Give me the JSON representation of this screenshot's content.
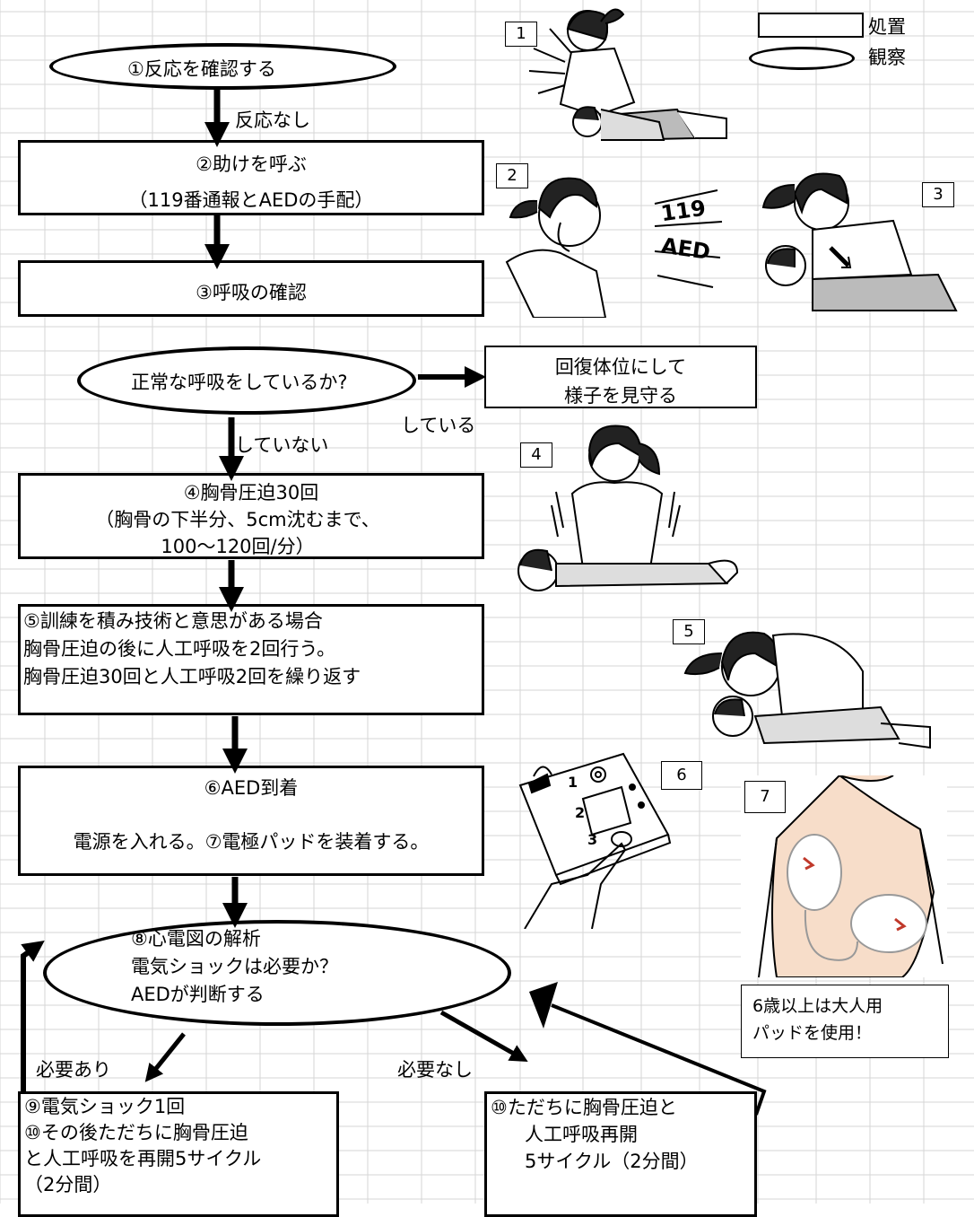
{
  "legend": {
    "treatment": "処置",
    "observation": "観察"
  },
  "steps": {
    "s1": "①反応を確認する",
    "no_response": "反応なし",
    "s2_title": "②助けを呼ぶ",
    "s2_sub": "（119番通報とAEDの手配）",
    "s3": "③呼吸の確認",
    "q_breathing": "正常な呼吸をしているか?",
    "recovery_1": "回復体位にして",
    "recovery_2": "様子を見守る",
    "yes_breathing": "している",
    "no_breathing": "していない",
    "s4_1": "④胸骨圧迫30回",
    "s4_2": "（胸骨の下半分、5cm沈むまで、",
    "s4_3": "100〜120回/分）",
    "s5_1": "⑤訓練を積み技術と意思がある場合",
    "s5_2": "胸骨圧迫の後に人工呼吸を2回行う。",
    "s5_3": "胸骨圧迫30回と人工呼吸2回を繰り返す",
    "s6_1": "⑥AED到着",
    "s6_2": "電源を入れる。⑦電極パッドを装着する。",
    "s8_1": "⑧心電図の解析",
    "s8_2": "電気ショックは必要か？",
    "s8_3": "AEDが判断する",
    "needed": "必要あり",
    "not_needed": "必要なし",
    "s9_1": "⑨電気ショック1回",
    "s9_2": "⑩その後ただちに胸骨圧迫",
    "s9_3": "と人工呼吸を再開5サイクル",
    "s9_4": "（2分間）",
    "s10_1": "⑩ただちに胸骨圧迫と",
    "s10_2": "人工呼吸再開",
    "s10_3": "5サイクル（2分間）",
    "note_1": "6歳以上は大人用",
    "note_2": "パッドを使用！"
  },
  "figures": {
    "f1": "1",
    "f2": "2",
    "f3": "3",
    "f4": "4",
    "f5": "5",
    "f6": "6",
    "f7": "7",
    "call_119": "119",
    "call_aed": "AED",
    "aed_1": "1",
    "aed_2": "2",
    "aed_3": "3"
  }
}
